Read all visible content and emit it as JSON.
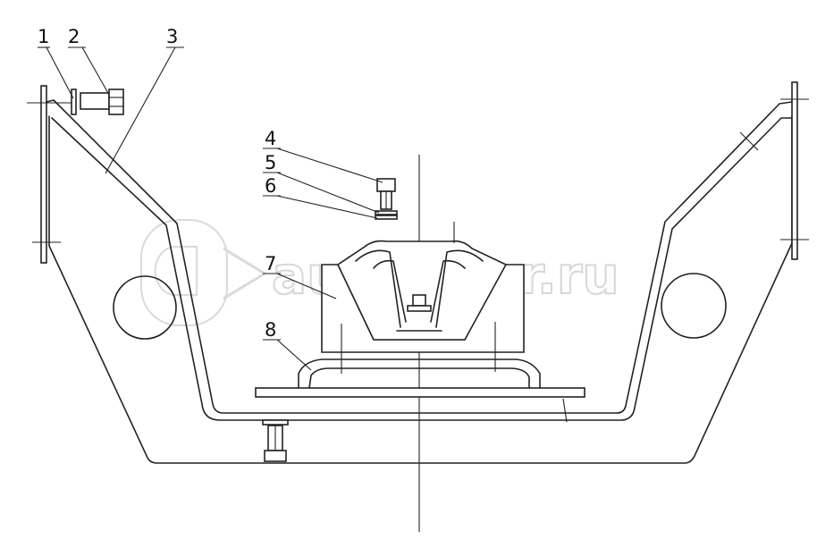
{
  "callouts": [
    {
      "label": "1"
    },
    {
      "label": "2"
    },
    {
      "label": "3"
    },
    {
      "label": "4"
    },
    {
      "label": "5"
    },
    {
      "label": "6"
    },
    {
      "label": "7"
    },
    {
      "label": "8"
    }
  ],
  "watermark": {
    "text": "autopiter.ru"
  }
}
